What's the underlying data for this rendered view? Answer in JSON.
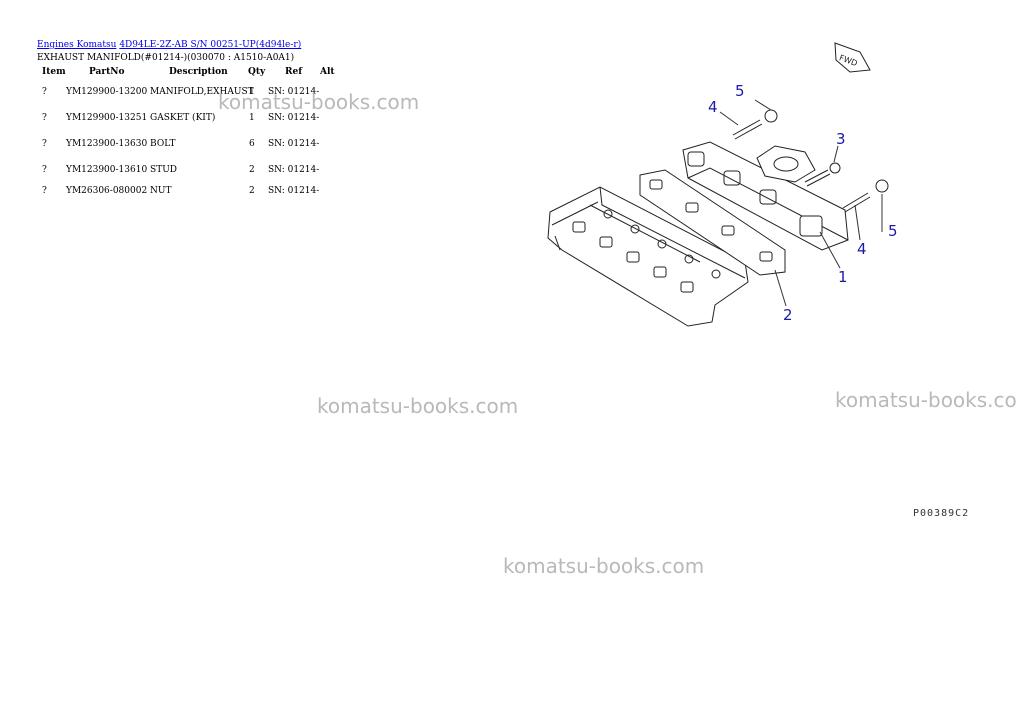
{
  "breadcrumb": {
    "link1": "Engines Komatsu",
    "link2": "4D94LE-2Z-AB S/N 00251-UP(4d94le-r)"
  },
  "subtitle": "EXHAUST MANIFOLD(#01214-)(030070 : A1510-A0A1)",
  "table": {
    "headers": {
      "item": "Item",
      "partno": "PartNo",
      "description": "Description",
      "qty": "Qty",
      "ref": "Ref",
      "alt": "Alt"
    },
    "rows": [
      {
        "item": "?",
        "partno_desc": "YM129900-13200 MANIFOLD,EXHAUST",
        "qty": "1",
        "ref": "SN: 01214-"
      },
      {
        "item": "?",
        "partno_desc": "YM129900-13251 GASKET (KIT)",
        "qty": "1",
        "ref": "SN: 01214-"
      },
      {
        "item": "?",
        "partno_desc": "YM123900-13630 BOLT",
        "qty": "6",
        "ref": "SN: 01214-"
      },
      {
        "item": "?",
        "partno_desc": "YM123900-13610 STUD",
        "qty": "2",
        "ref": "SN: 01214-"
      },
      {
        "item": "?",
        "partno_desc": "YM26306-080002 NUT",
        "qty": "2",
        "ref": "SN: 01214-"
      }
    ]
  },
  "watermarks": [
    "komatsu-books.com",
    "komatsu-books.com",
    "komatsu-books.co",
    "komatsu-books.com"
  ],
  "diagram": {
    "callouts": [
      "5",
      "4",
      "3",
      "5",
      "4",
      "1",
      "2"
    ],
    "fwd_label": "FWD",
    "figure_code": "P00389C2",
    "callout_color": "#1a1aa8"
  }
}
